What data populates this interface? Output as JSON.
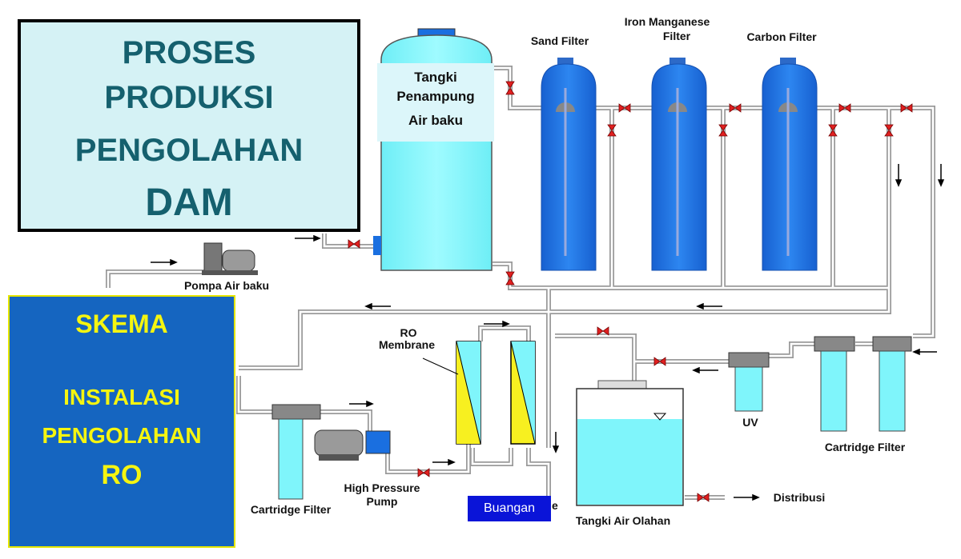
{
  "title": {
    "lines": [
      "PROSES",
      "PRODUKSI",
      "PENGOLAHAN",
      "DAM"
    ]
  },
  "skema": {
    "heading": "SKEMA",
    "lines": [
      "INSTALASI",
      "PENGOLAHAN",
      "RO"
    ]
  },
  "tank_raw": {
    "lines": [
      "Tangki",
      "Penampung",
      "Air baku"
    ]
  },
  "labels": {
    "sand_filter": "Sand Filter",
    "iron_manganese_1": "Iron Manganese",
    "iron_manganese_2": "Filter",
    "carbon_filter": "Carbon Filter",
    "pompa_air_baku": "Pompa Air baku",
    "ro_membrane_1": "RO",
    "ro_membrane_2": "Membrane",
    "high_pressure_1": "High Pressure",
    "high_pressure_2": "Pump",
    "cartridge_filter_left": "Cartridge Filter",
    "cartridge_filter_right": "Cartridge Filter",
    "uv": "UV",
    "tangki_air_olahan": "Tangki Air Olahan",
    "distribusi": "Distribusi",
    "buangan": "Buangan"
  },
  "colors": {
    "title_bg": "#d5f2f5",
    "title_text": "#15606e",
    "skema_bg": "#1565c0",
    "skema_text": "#f5f510",
    "filter_blue": "#1e6fe0",
    "tank_cyan": "#7ff5fb",
    "membrane_yellow": "#f7f020",
    "valve_red": "#e02020",
    "buangan_bg": "#0a14d8"
  }
}
